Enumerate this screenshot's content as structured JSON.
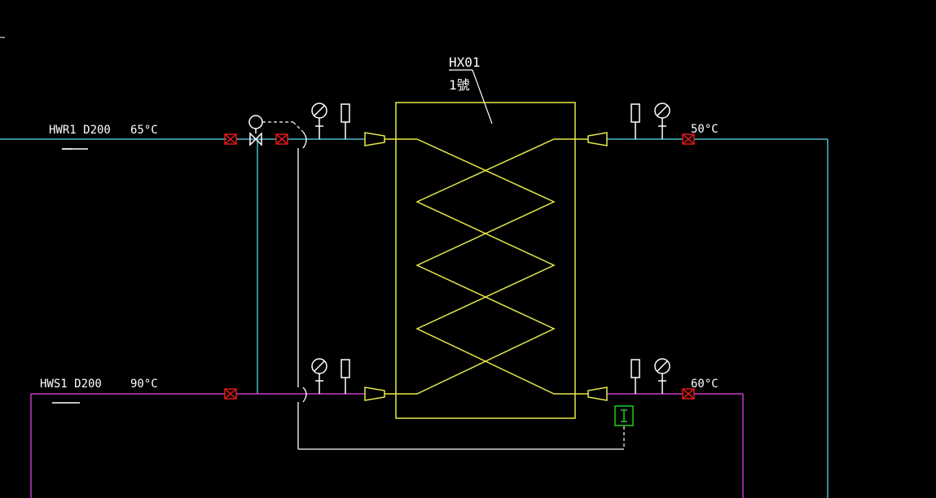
{
  "colors": {
    "background": "#000000",
    "return_line": "#4fb7c8",
    "supply_line": "#c83cc8",
    "exchanger": "#e8e84a",
    "instrument": "#ffffff",
    "valve": "#e01818",
    "controller": "#22cc22"
  },
  "labels": {
    "return_pipe": "HWR1 D200",
    "return_temp": "65°C",
    "supply_pipe": "HWS1 D200",
    "supply_temp": "90°C",
    "out_top_temp": "50°C",
    "out_bottom_temp": "60°C",
    "exchanger_tag_1": "HX01",
    "exchanger_tag_2": "1號"
  },
  "icons": {
    "gauge": "pressure-gauge-icon",
    "thermometer": "thermometer-icon",
    "valve": "gate-valve-icon",
    "reducer": "reducer-icon",
    "control_valve": "control-valve-icon",
    "controller": "temperature-controller-icon"
  }
}
